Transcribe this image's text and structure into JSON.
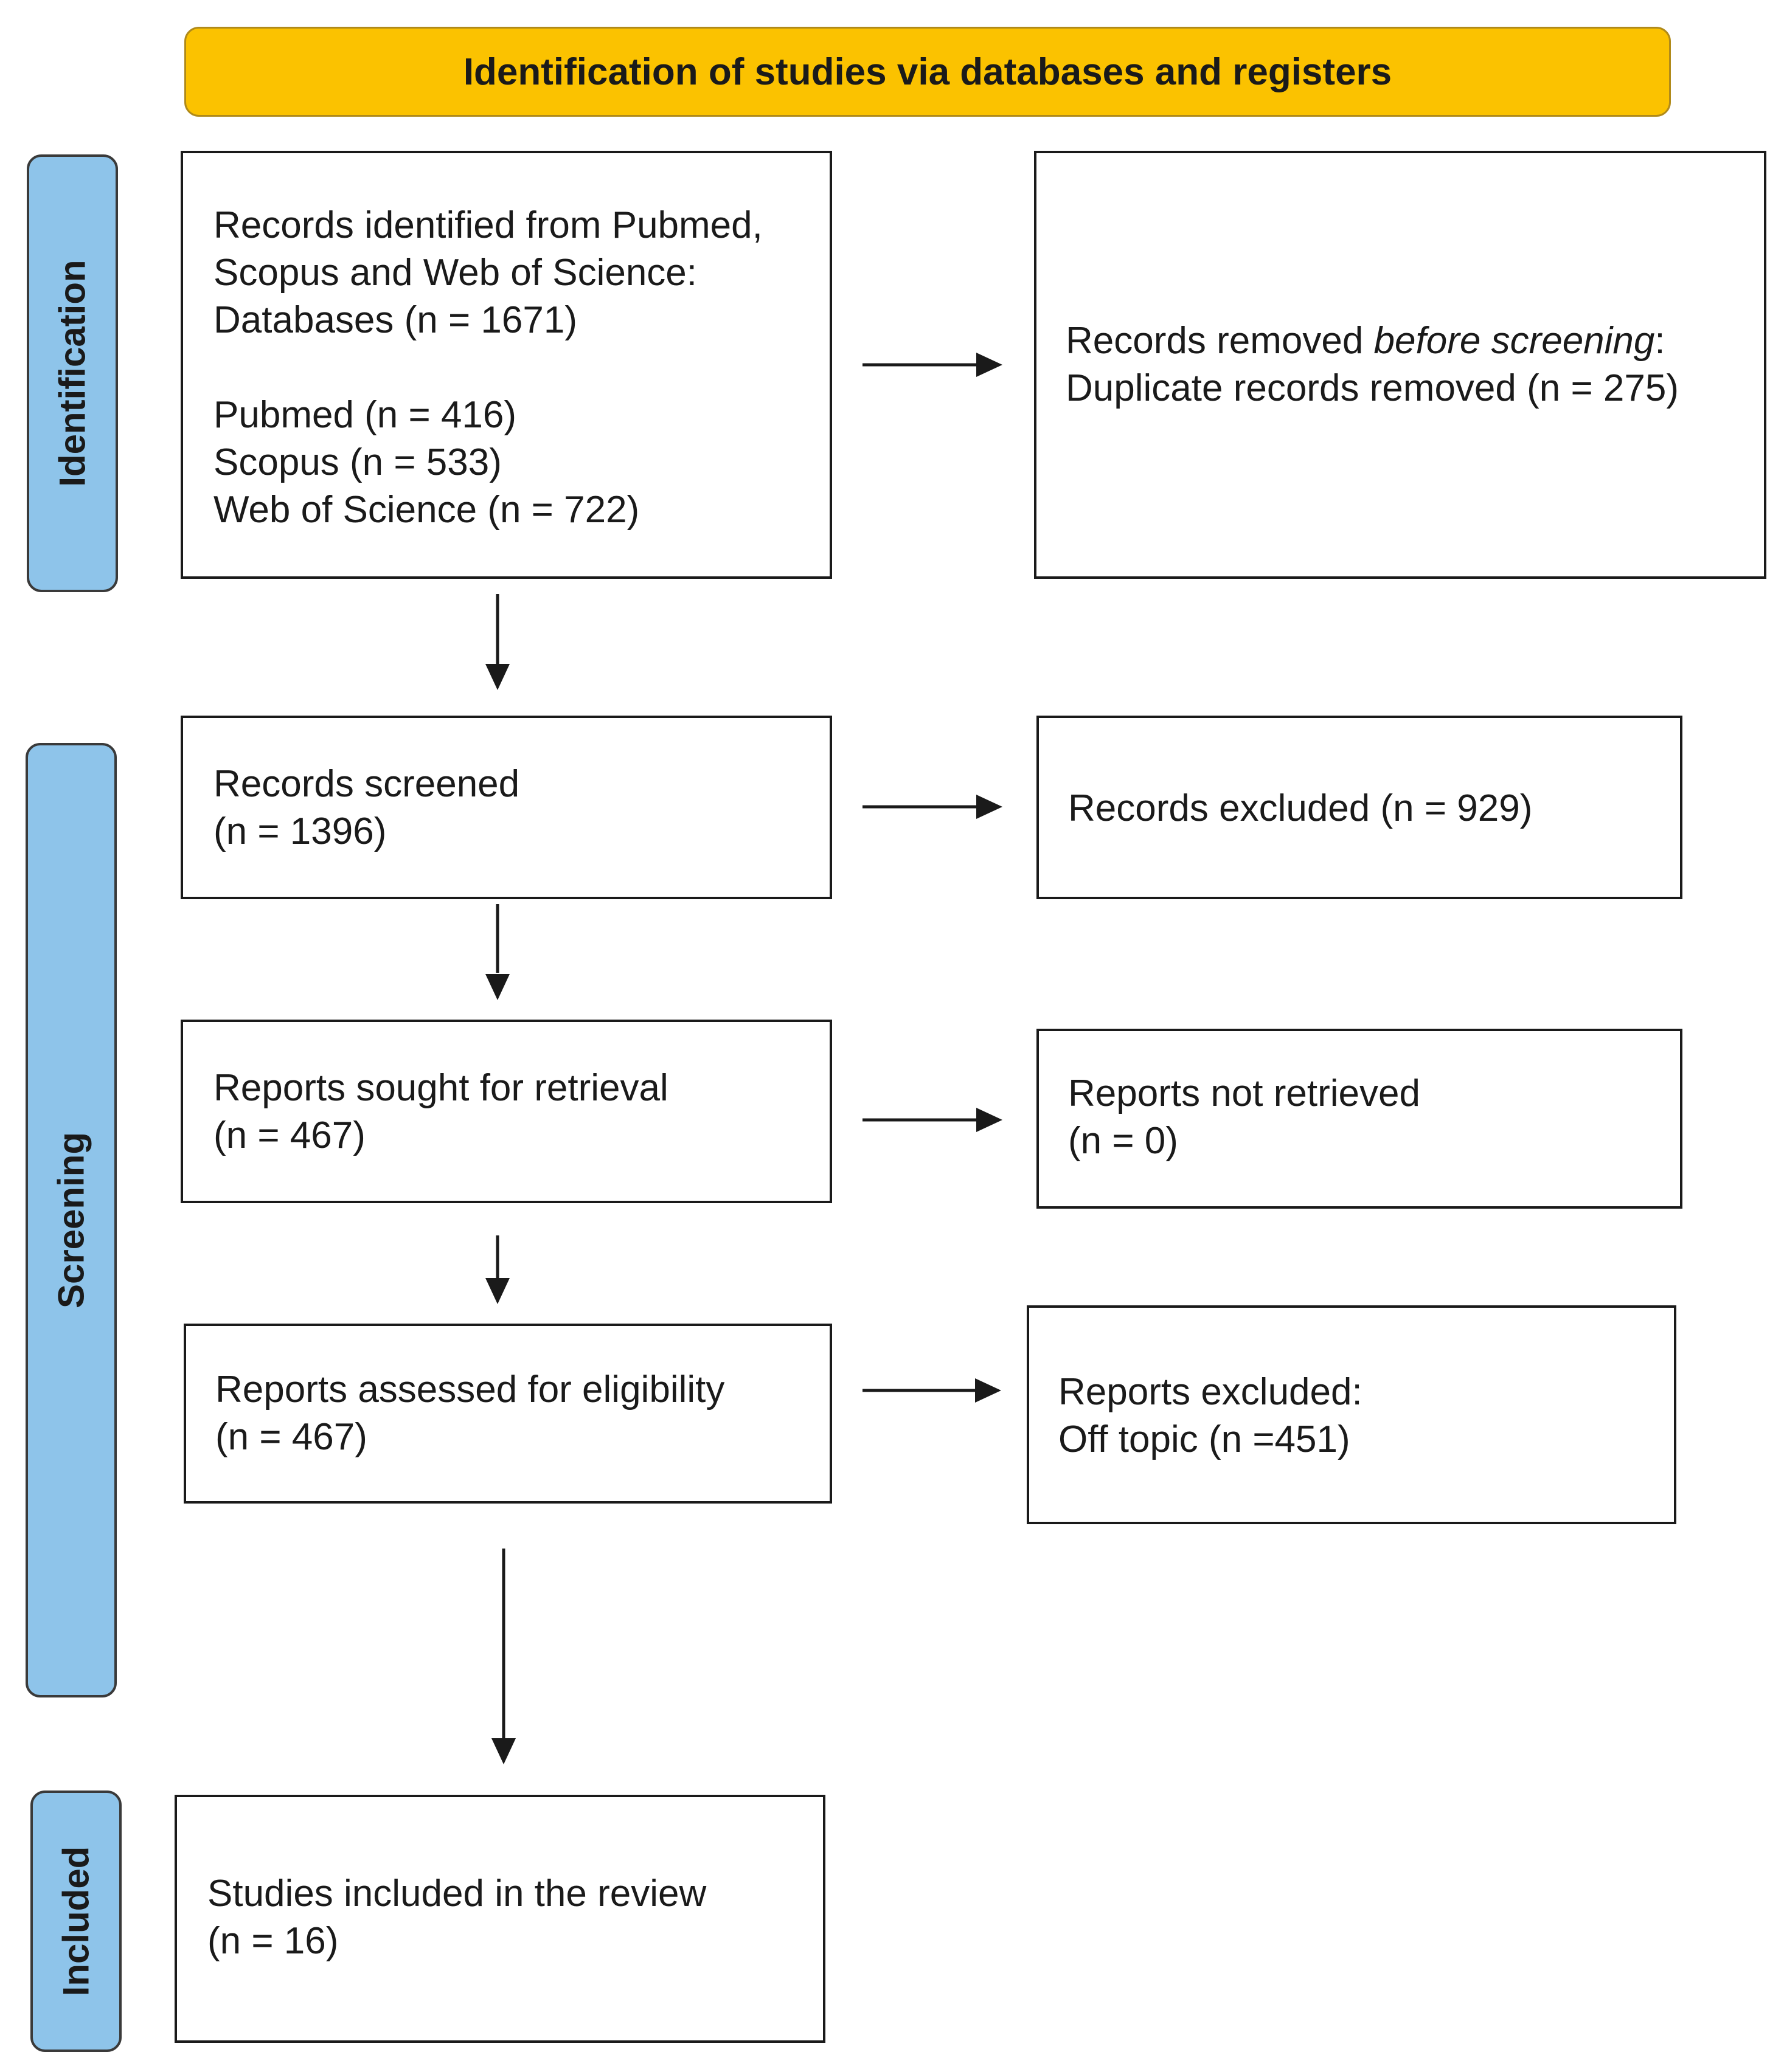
{
  "header": {
    "title": "Identification of studies via databases and registers"
  },
  "phases": {
    "identification": "Identification",
    "screening": "Screening",
    "included": "Included"
  },
  "records_identified": {
    "line1": "Records identified from Pubmed,",
    "line2": "Scopus and Web of Science:",
    "line3": "Databases (n = 1671)",
    "pubmed": "Pubmed (n = 416)",
    "scopus": "Scopus (n = 533)",
    "wos": "Web of Science (n = 722)"
  },
  "records_removed": {
    "line1_prefix": "Records removed ",
    "line1_italic": "before screening",
    "line1_suffix": ":",
    "line2": "Duplicate records removed  (n = 275)"
  },
  "records_screened": {
    "line1": "Records screened",
    "line2": "(n = 1396)"
  },
  "records_excluded": {
    "line1": "Records excluded (n = 929)"
  },
  "reports_sought": {
    "line1": "Reports sought for retrieval",
    "line2": "(n = 467)"
  },
  "reports_not_retrieved": {
    "line1": "Reports not retrieved",
    "line2": "(n = 0)"
  },
  "reports_assessed": {
    "line1": "Reports assessed for eligibility",
    "line2": "(n = 467)"
  },
  "reports_excluded": {
    "line1": "Reports excluded:",
    "line2": "Off topic (n =451)"
  },
  "studies_included": {
    "line1": "Studies included in the review",
    "line2": "(n = 16)"
  },
  "colors": {
    "header_fill": "#fbc200",
    "phase_fill": "#8ec4ea",
    "box_border": "#1a1a1a"
  }
}
